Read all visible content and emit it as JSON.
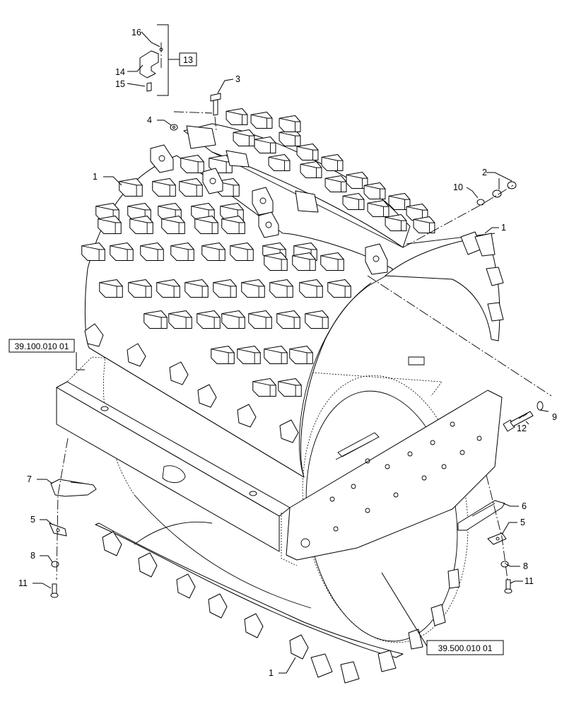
{
  "callouts": {
    "c1_top_left": "1",
    "c1_right": "1",
    "c1_bottom": "1",
    "c2": "2",
    "c3": "3",
    "c4": "4",
    "c5_left": "5",
    "c5_right": "5",
    "c6": "6",
    "c7": "7",
    "c8_left": "8",
    "c8_right": "8",
    "c9": "9",
    "c10": "10",
    "c11_left": "11",
    "c11_right": "11",
    "c12": "12",
    "c13": "13",
    "c14": "14",
    "c15": "15",
    "c16": "16"
  },
  "references": {
    "frame_ref": "39.100.010 01",
    "drum_ref": "39.500.010 01"
  }
}
